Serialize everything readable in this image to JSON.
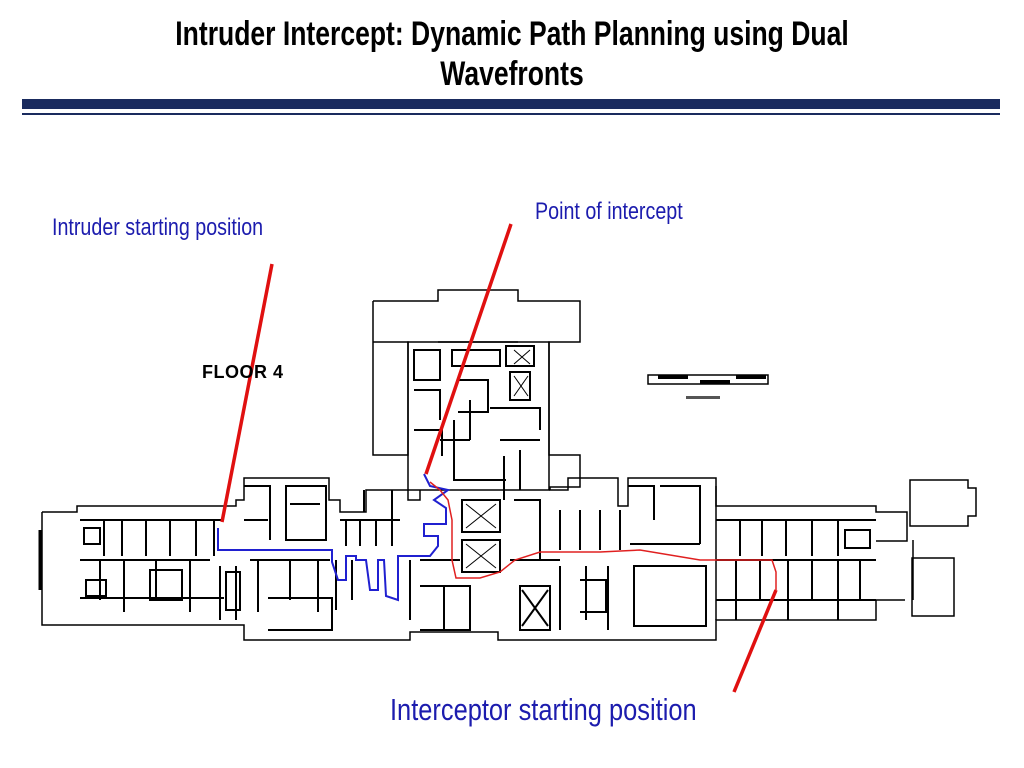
{
  "slide": {
    "title_line1": "Intruder Intercept: Dynamic Path Planning using Dual",
    "title_line2": "Wavefronts"
  },
  "colors": {
    "title_bar": "#1a2b5e",
    "label_text": "#1c1cae",
    "arrow": "#e01010",
    "intruder_path": "#2020d0",
    "interceptor_path": "#e02020",
    "floor_plan": "#000000"
  },
  "floor_plan": {
    "floor_label": "FLOOR 4"
  },
  "annotations": {
    "intruder_start": "Intruder starting position",
    "point_of_intercept": "Point of intercept",
    "interceptor_start": "Interceptor starting position"
  }
}
